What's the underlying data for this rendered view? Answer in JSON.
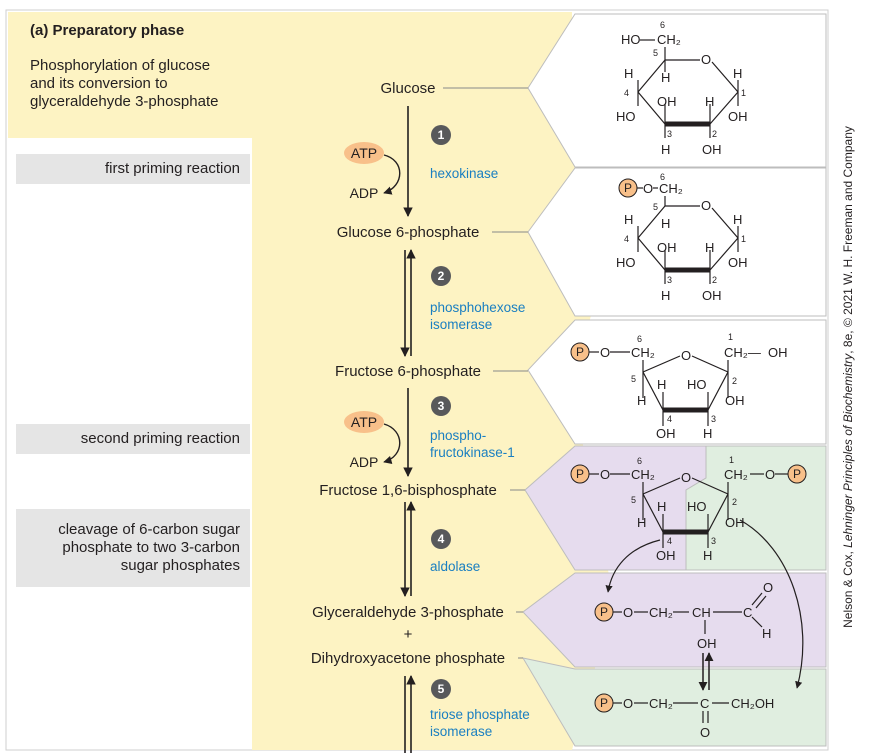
{
  "header": {
    "title": "(a) Preparatory phase",
    "description": [
      "Phosphorylation of glucose",
      "and its conversion to",
      "glyceraldehyde 3-phosphate"
    ]
  },
  "side_labels": {
    "first_priming": "first priming reaction",
    "second_priming": "second priming reaction",
    "cleavage": [
      "cleavage of 6-carbon sugar",
      "phosphate to two 3-carbon",
      "sugar phosphates"
    ]
  },
  "metabolites": {
    "glucose": "Glucose",
    "glucose6p": "Glucose 6-phosphate",
    "fructose6p": "Fructose 6-phosphate",
    "fructose16bp": "Fructose 1,6-bisphosphate",
    "gap": "Glyceraldehyde 3-phosphate",
    "plus": "+",
    "dhap": "Dihydroxyacetone phosphate"
  },
  "cofactors": {
    "atp": "ATP",
    "adp": "ADP"
  },
  "steps": [
    {
      "number": "1",
      "enzyme": [
        "hexokinase"
      ]
    },
    {
      "number": "2",
      "enzyme": [
        "phosphohexose",
        "isomerase"
      ]
    },
    {
      "number": "3",
      "enzyme": [
        "phospho-",
        "fructokinase-1"
      ]
    },
    {
      "number": "4",
      "enzyme": [
        "aldolase"
      ]
    },
    {
      "number": "5",
      "enzyme": [
        "triose phosphate",
        "isomerase"
      ]
    }
  ],
  "atoms": {
    "ho": "HO",
    "oh": "OH",
    "h": "H",
    "o": "O",
    "p": "P",
    "dash": "—",
    "ch2": "CH₂",
    "ch": "CH",
    "c": "C",
    "ch2oh": "CH₂OH",
    "ch2dash": "CH₂—",
    "n1": "1",
    "n2": "2",
    "n3": "3",
    "n4": "4",
    "n5": "5",
    "n6": "6"
  },
  "credit": {
    "prefix": "Nelson & Cox, ",
    "book": "Lehninger Principles of Biochemistry",
    "suffix": ", 8e, © 2021 W. H. Freeman and Company"
  },
  "colors": {
    "cream": "#fdf3c3",
    "gray_band": "#e5e5e5",
    "lavender": "#e6dcee",
    "mint": "#e0eee0",
    "phosphate": "#f8c08a",
    "enzyme_blue": "#1a7fc1",
    "step_circle": "#58595b"
  }
}
